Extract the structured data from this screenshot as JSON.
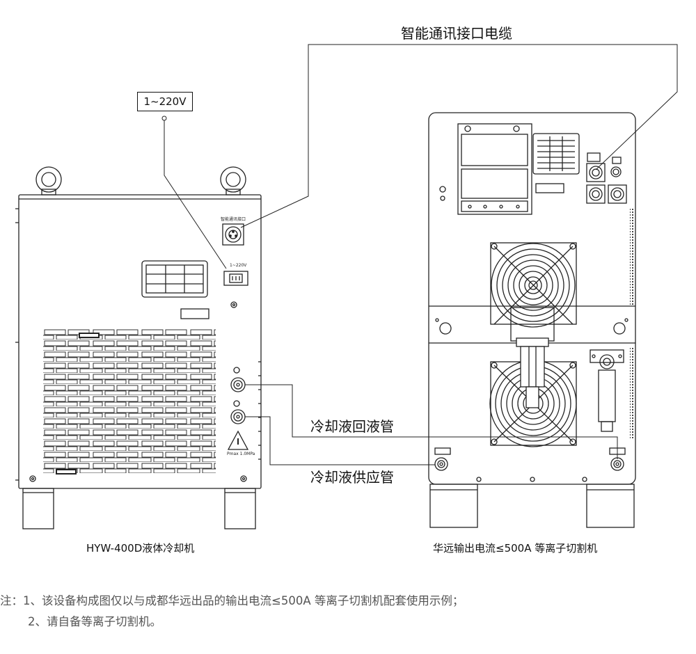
{
  "labels": {
    "comm_cable": "智能通讯接口电缆",
    "voltage": "1~220V",
    "return_pipe": "冷却液回液管",
    "supply_pipe": "冷却液供应管",
    "chiller_name": "HYW-400D液体冷却机",
    "cutter_name": "华远输出电流≤500A 等离子切割机"
  },
  "panel_text": {
    "comm_port": "智能通讯接口",
    "voltage_small": "1~220V",
    "warning_text": "Pmax 1.0MPa"
  },
  "notes": {
    "line1": "注：1、该设备构成图仅以与成都华远出品的输出电流≤500A 等离子切割机配套使用示例；",
    "line2": "2、请自备等离子切割机。"
  }
}
